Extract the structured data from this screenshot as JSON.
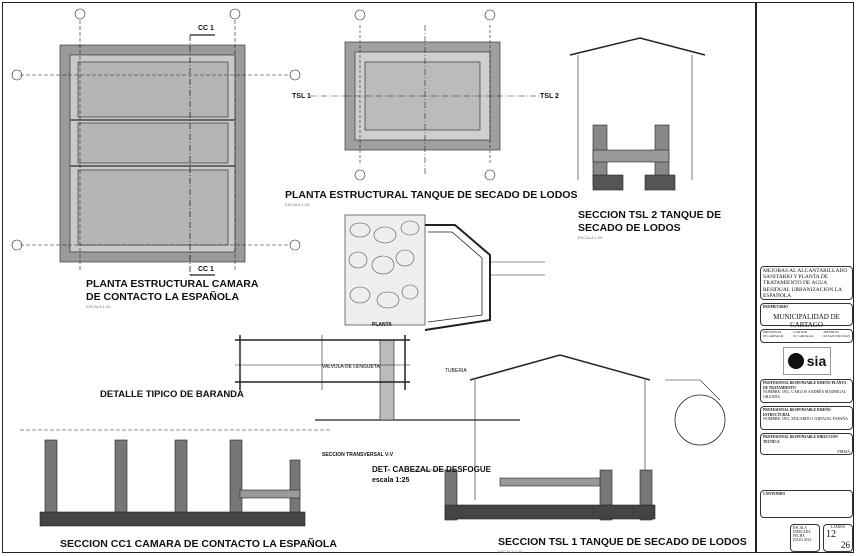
{
  "titles": {
    "planta_camara_1": "PLANTA ESTRUCTURAL CAMARA",
    "planta_camara_2": "DE CONTACTO LA ESPAÑOLA",
    "planta_tanque": "PLANTA ESTRUCTURAL TANQUE DE SECADO DE LODOS",
    "seccion_tsl2_1": "SECCION  TSL 2 TANQUE DE",
    "seccion_tsl2_2": "SECADO DE LODOS",
    "baranda": "DETALLE TIPICO DE BARANDA",
    "cabezal_1": "DET- CABEZAL DE DESFOGUE",
    "cabezal_2": "escala 1:25",
    "seccion_vv": "SECCION TRANSVERSAL V-V",
    "seccion_cc1": "SECCION CC1 CAMARA DE CONTACTO LA ESPAÑOLA",
    "seccion_tsl1": "SECCION  TSL 1  TANQUE DE SECADO DE LODOS",
    "escala": "ESCALA 1:25"
  },
  "labels": {
    "cc1": "CC 1",
    "tsl1": "TSL 1",
    "tsl2": "TSL 2",
    "planta": "PLANTA",
    "valvula": "VALVULA DE LENGUETA",
    "tuberia": "TUBERIA"
  },
  "title_block": {
    "project": "MEJORAS AL ALCANTARILLADO SANITARIO Y PLANTA DE TRATAMIENTO DE AGUA RESIDUAL URBANIZACION LA ESPAÑOLA",
    "owner_label": "PROPIETARIO",
    "owner": "MUNICIPALIDAD DE CARTAGO",
    "provincia_label": "PROVINCIA",
    "provincia": "03 CARTAGO",
    "canton_label": "CANTON",
    "canton": "01 CARTAGO",
    "distrito_label": "DISTRITO",
    "distrito": "04 SAN NICOLAS",
    "logo": "sia",
    "prof1_label": "PROFESIONAL RESPONSABLE DISEÑO PLANTA DE TRATAMIENTO",
    "prof1": "NOMBRE: ING. CARLOS ANDRÉS MADRIGAL GRANDA",
    "prof2_label": "PROFESIONAL RESPONSABLE DISEÑO ESTRUCTURAL",
    "prof2": "NOMBRE: ING. EDUARDO CARVAJAL ESPAÑA",
    "prof3_label": "PROFESIONAL RESPONSABLE DIRECCION TECNICA",
    "firma": "FIRMA",
    "contenido_label": "CONTENIDO",
    "escala_label": "ESCALA",
    "escala": "INDICADA",
    "fecha_label": "FECHA",
    "fecha": "JULIO 2014",
    "lamina_label": "LÁMINA",
    "lamina": "12",
    "total": "26"
  }
}
